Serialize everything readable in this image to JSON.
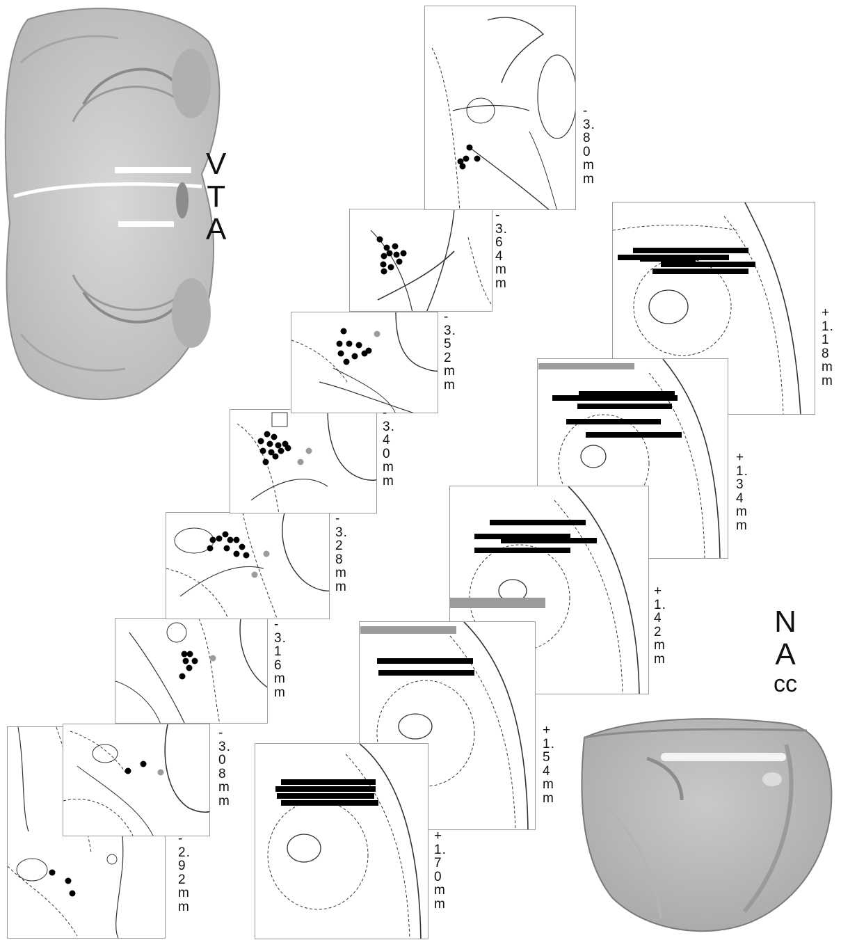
{
  "region_labels": {
    "vta": [
      "V",
      "T",
      "A"
    ],
    "nacc": [
      "N",
      "A",
      "cc"
    ]
  },
  "vta_sections": [
    {
      "id": "v380",
      "label": [
        "-",
        "3.",
        "8",
        "0",
        "m",
        "m"
      ],
      "black_sites": 5,
      "gray_sites": 0
    },
    {
      "id": "v364",
      "label": [
        "-",
        "3.",
        "6",
        "4",
        "m",
        "m"
      ],
      "black_sites": 11,
      "gray_sites": 0
    },
    {
      "id": "v352",
      "label": [
        "-",
        "3.",
        "5",
        "2",
        "m",
        "m"
      ],
      "black_sites": 9,
      "gray_sites": 1
    },
    {
      "id": "v340",
      "label": [
        "-",
        "3.",
        "4",
        "0",
        "m",
        "m"
      ],
      "black_sites": 12,
      "gray_sites": 2
    },
    {
      "id": "v328",
      "label": [
        "-",
        "3.",
        "2",
        "8",
        "m",
        "m"
      ],
      "black_sites": 10,
      "gray_sites": 2
    },
    {
      "id": "v316",
      "label": [
        "-",
        "3.",
        "1",
        "6",
        "m",
        "m"
      ],
      "black_sites": 6,
      "gray_sites": 1
    },
    {
      "id": "v308",
      "label": [
        "-",
        "3.",
        "0",
        "8",
        "m",
        "m"
      ],
      "black_sites": 2,
      "gray_sites": 1
    },
    {
      "id": "v292",
      "label": [
        "-",
        "2.",
        "9",
        "2",
        "m",
        "m"
      ],
      "black_sites": 3,
      "gray_sites": 0
    }
  ],
  "nacc_sections": [
    {
      "id": "n118",
      "label": [
        "+",
        "1.",
        "1",
        "8",
        "m",
        "m"
      ],
      "black_tracks": 5,
      "gray_tracks": 0
    },
    {
      "id": "n134",
      "label": [
        "+",
        "1.",
        "3",
        "4",
        "m",
        "m"
      ],
      "black_tracks": 5,
      "gray_tracks": 1
    },
    {
      "id": "n142",
      "label": [
        "+",
        "1.",
        "4",
        "2",
        "m",
        "m"
      ],
      "black_tracks": 4,
      "gray_tracks": 1
    },
    {
      "id": "n154",
      "label": [
        "+",
        "1.",
        "5",
        "4",
        "m",
        "m"
      ],
      "black_tracks": 2,
      "gray_tracks": 1
    },
    {
      "id": "n170",
      "label": [
        "+",
        "1.",
        "7",
        "0",
        "m",
        "m"
      ],
      "black_tracks": 4,
      "gray_tracks": 0
    }
  ],
  "colors": {
    "site_black": "#000000",
    "site_gray": "#9b9b9b",
    "panel_border": "#9a9a9a",
    "tissue": "#c9c9c9"
  }
}
